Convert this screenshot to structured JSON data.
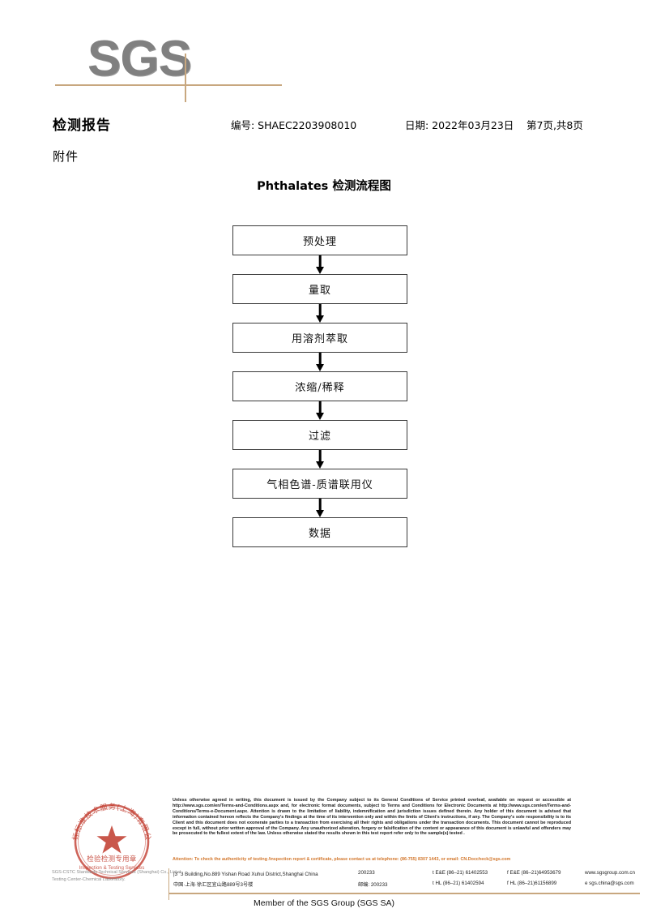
{
  "brand": {
    "logo_text": "SGS",
    "member_line": "Member of the SGS Group (SGS SA)",
    "accent_color": "#c8a77f",
    "logo_color": "#808080",
    "attention_color": "#d2762b"
  },
  "header": {
    "report_title": "检测报告",
    "report_no": "编号: SHAEC2203908010",
    "date": "日期: 2022年03月23日",
    "page_label": "第7页,共8页",
    "attachment_label": "附件"
  },
  "flowchart": {
    "title": "Phthalates 检测流程图",
    "steps": [
      {
        "label": "预处理"
      },
      {
        "label": "量取"
      },
      {
        "label": "用溶剂萃取"
      },
      {
        "label": "浓缩/稀释"
      },
      {
        "label": "过滤"
      },
      {
        "label": "气相色谱-质谱联用仪"
      },
      {
        "label": "数据"
      }
    ]
  },
  "seal": {
    "company_arc": "通标标准技术服务(上海)有限公司",
    "purpose_cn": "检验检测专用章",
    "purpose_en": "Inspection & Testing Services",
    "grey_line1": "SGS-CSTC Standards Technical Services (Shanghai) Co., Ltd.",
    "grey_line2": "Testing Center-Chemical Laboratory."
  },
  "footer": {
    "legal_text": "Unless otherwise agreed in writing, this document is issued by the Company subject to its General Conditions of Service printed overleaf, available on request or accessible at http://www.sgs.com/en/Terms-and-Conditions.aspx and, for electronic format documents, subject to Terms and Conditions for Electronic Documents at http://www.sgs.com/en/Terms-and-Conditions/Terms-e-Document.aspx. Attention is drawn to the limitation of liability, indemnification and jurisdiction issues defined therein. Any holder of this document is advised that information contained hereon reflects the Company's findings at the time of its intervention only and within the limits of Client's instructions, if any. The Company's sole responsibility is to its Client and this document does not exonerate parties to a transaction from exercising all their rights and obligations under the transaction documents. This document cannot be reproduced except in full, without prior written approval of the Company. Any unauthorized alteration, forgery or falsification of the content or appearance of this document is unlawful and offenders may be prosecuted to the fullest extent of the law. Unless otherwise stated the results shown in this test report refer only to the sample(s) tested .",
    "attention_text": "Attention: To check the authenticity of testing /inspection report & certificate, please contact us at telephone: (86-755) 8307 1443, or email: CN.Doccheck@sgs.com",
    "address_en": "3 Building,No.889 Yishan Road Xuhui District,Shanghai China",
    "address_en_sup": "rd",
    "address_cn": "中国·上海·徐汇区宜山路889号3号楼",
    "zip_en": "200233",
    "zip_cn": "邮编: 200233",
    "tel_en_1": "t E&E (86–21) 61402553",
    "tel_en_2": "f E&E (86–21)64953679",
    "tel_cn_1": "t HL (86–21) 61402594",
    "tel_cn_2": "f HL (86–21)61156899",
    "web": "www.sgsgroup.com.cn",
    "email": "e  sgs.china@sgs.com"
  }
}
